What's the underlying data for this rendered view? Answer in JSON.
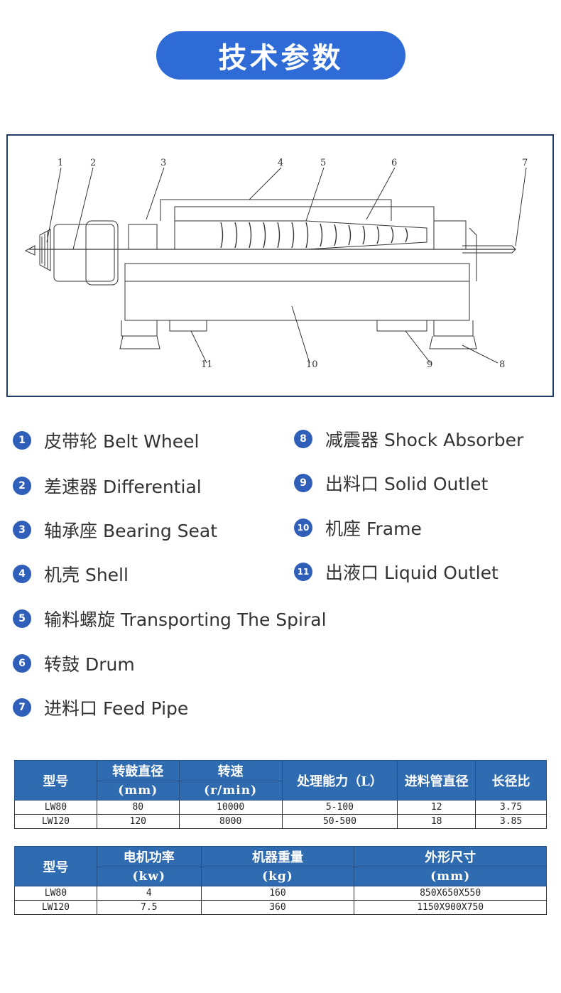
{
  "header": {
    "title": "技术参数"
  },
  "diagram": {
    "callouts": [
      "1",
      "2",
      "3",
      "4",
      "5",
      "6",
      "7",
      "8",
      "9",
      "10",
      "11"
    ]
  },
  "legend": [
    {
      "num": "1",
      "text": "皮带轮 Belt Wheel"
    },
    {
      "num": "2",
      "text": "差速器 Differential"
    },
    {
      "num": "3",
      "text": "轴承座 Bearing Seat"
    },
    {
      "num": "4",
      "text": "机壳 Shell"
    },
    {
      "num": "5",
      "text": "输料螺旋 Transporting The Spiral"
    },
    {
      "num": "6",
      "text": "转鼓 Drum"
    },
    {
      "num": "7",
      "text": "进料口 Feed Pipe"
    },
    {
      "num": "8",
      "text": "减震器 Shock Absorber"
    },
    {
      "num": "9",
      "text": "出料口 Solid Outlet"
    },
    {
      "num": "10",
      "text": "机座 Frame"
    },
    {
      "num": "11",
      "text": "出液口 Liquid Outlet"
    }
  ],
  "table1": {
    "headers": {
      "model": "型号",
      "drum_dia": "转鼓直径",
      "drum_dia_unit": "(mm)",
      "speed": "转速",
      "speed_unit": "(r/min)",
      "capacity": "处理能力（L）",
      "feed_dia": "进料管直径",
      "ratio": "长径比"
    },
    "rows": [
      [
        "LW80",
        "80",
        "10000",
        "5-100",
        "12",
        "3.75"
      ],
      [
        "LW120",
        "120",
        "8000",
        "50-500",
        "18",
        "3.85"
      ]
    ]
  },
  "table2": {
    "headers": {
      "model": "型号",
      "power": "电机功率",
      "power_unit": "(kw)",
      "weight": "机器重量",
      "weight_unit": "(kg)",
      "size": "外形尺寸",
      "size_unit": "(mm)"
    },
    "rows": [
      [
        "LW80",
        "4",
        "160",
        "850X650X550"
      ],
      [
        "LW120",
        "7.5",
        "360",
        "1150X900X750"
      ]
    ]
  }
}
